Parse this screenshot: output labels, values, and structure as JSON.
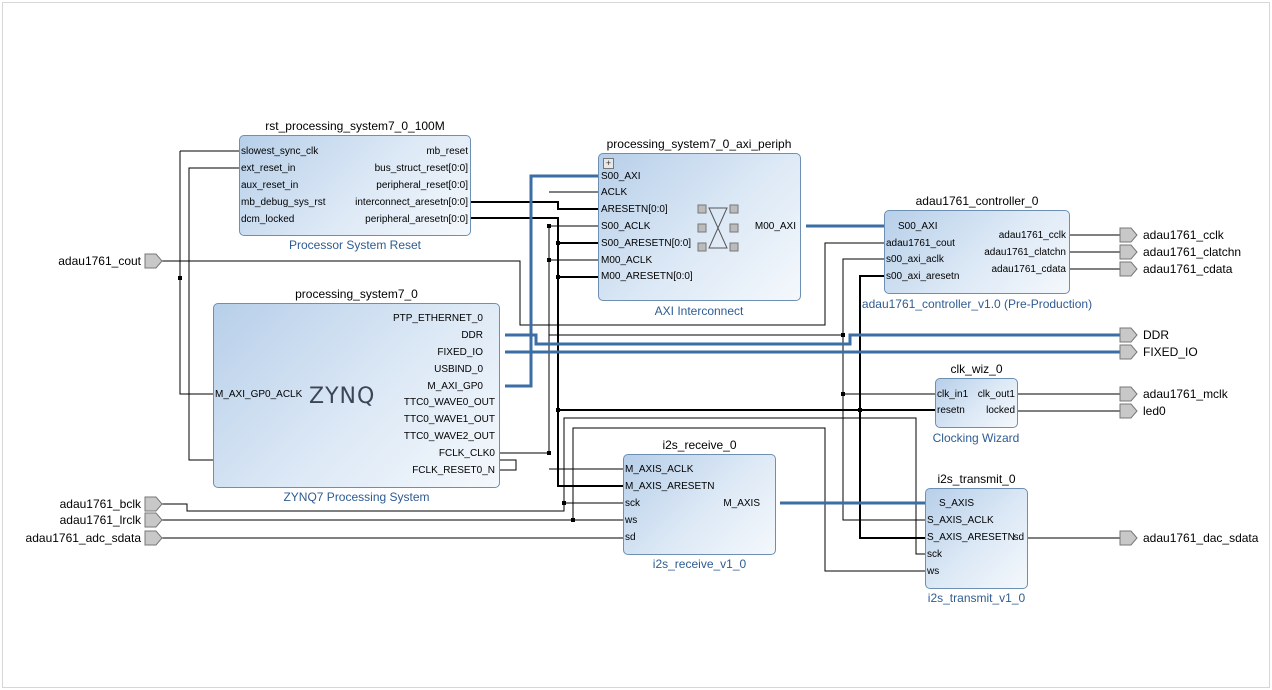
{
  "blocks": {
    "rst": {
      "title": "rst_processing_system7_0_100M",
      "subtitle": "Processor System Reset",
      "left_ports": [
        "slowest_sync_clk",
        "ext_reset_in",
        "aux_reset_in",
        "mb_debug_sys_rst",
        "dcm_locked"
      ],
      "right_ports": [
        "mb_reset",
        "bus_struct_reset[0:0]",
        "peripheral_reset[0:0]",
        "interconnect_aresetn[0:0]",
        "peripheral_aresetn[0:0]"
      ]
    },
    "ps7": {
      "title": "processing_system7_0",
      "subtitle": "ZYNQ7 Processing System",
      "logo": "ZYNQ",
      "left_ports": [
        "M_AXI_GP0_ACLK"
      ],
      "right_ports": [
        "PTP_ETHERNET_0",
        "DDR",
        "FIXED_IO",
        "USBIND_0",
        "M_AXI_GP0",
        "TTC0_WAVE0_OUT",
        "TTC0_WAVE1_OUT",
        "TTC0_WAVE2_OUT",
        "FCLK_CLK0",
        "FCLK_RESET0_N"
      ]
    },
    "axi": {
      "title": "processing_system7_0_axi_periph",
      "subtitle": "AXI Interconnect",
      "left_ports": [
        "S00_AXI",
        "ACLK",
        "ARESETN[0:0]",
        "S00_ACLK",
        "S00_ARESETN[0:0]",
        "M00_ACLK",
        "M00_ARESETN[0:0]"
      ],
      "right_ports": [
        "M00_AXI"
      ]
    },
    "ctrl": {
      "title": "adau1761_controller_0",
      "subtitle": "adau1761_controller_v1.0 (Pre-Production)",
      "left_ports": [
        "S00_AXI",
        "adau1761_cout",
        "s00_axi_aclk",
        "s00_axi_aresetn"
      ],
      "right_ports": [
        "adau1761_cclk",
        "adau1761_clatchn",
        "adau1761_cdata"
      ]
    },
    "clk": {
      "title": "clk_wiz_0",
      "subtitle": "Clocking Wizard",
      "left_ports": [
        "clk_in1",
        "resetn"
      ],
      "right_ports": [
        "clk_out1",
        "locked"
      ]
    },
    "i2srx": {
      "title": "i2s_receive_0",
      "subtitle": "i2s_receive_v1_0",
      "left_ports": [
        "M_AXIS_ACLK",
        "M_AXIS_ARESETN",
        "sck",
        "ws",
        "sd"
      ],
      "right_ports": [
        "M_AXIS"
      ]
    },
    "i2stx": {
      "title": "i2s_transmit_0",
      "subtitle": "i2s_transmit_v1_0",
      "left_ports": [
        "S_AXIS",
        "S_AXIS_ACLK",
        "S_AXIS_ARESETN",
        "sck",
        "ws"
      ],
      "right_ports": [
        "sd"
      ]
    }
  },
  "external_inputs": [
    "adau1761_cout",
    "adau1761_bclk",
    "adau1761_lrclk",
    "adau1761_adc_sdata"
  ],
  "external_outputs": [
    "adau1761_cclk",
    "adau1761_clatchn",
    "adau1761_cdata",
    "DDR",
    "FIXED_IO",
    "adau1761_mclk",
    "led0",
    "adau1761_dac_sdata"
  ],
  "colors": {
    "wire": "#000000",
    "bus": "#3a6ea5",
    "block_border": "#6d8fb3",
    "subtitle": "#2e5c92",
    "port_shape": "#c8c8c8"
  }
}
